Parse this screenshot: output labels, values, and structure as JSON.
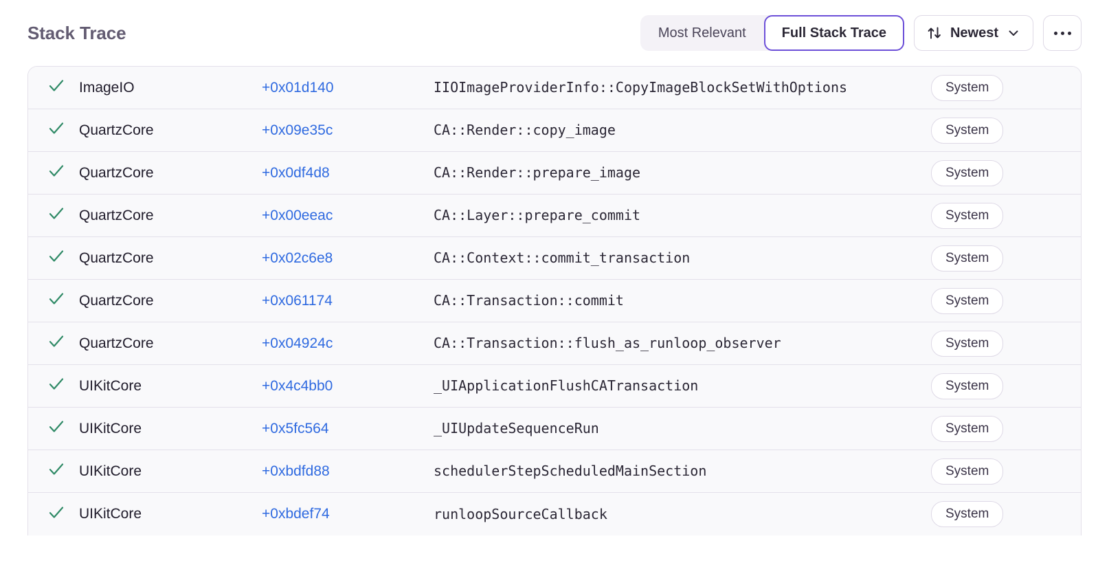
{
  "header": {
    "title": "Stack Trace",
    "segmented": {
      "options": [
        "Most Relevant",
        "Full Stack Trace"
      ],
      "selected": "Full Stack Trace"
    },
    "sort": {
      "icon": "sort-arrows-icon",
      "label": "Newest",
      "chevron": "chevron-down-icon"
    },
    "more": {
      "icon": "ellipsis-icon",
      "label": "..."
    }
  },
  "table": {
    "rows": [
      {
        "check": "check-icon",
        "library": "ImageIO",
        "address": "+0x01d140",
        "function": "IIOImageProviderInfo::CopyImageBlockSetWithOptions",
        "badge": "System"
      },
      {
        "check": "check-icon",
        "library": "QuartzCore",
        "address": "+0x09e35c",
        "function": "CA::Render::copy_image",
        "badge": "System"
      },
      {
        "check": "check-icon",
        "library": "QuartzCore",
        "address": "+0x0df4d8",
        "function": "CA::Render::prepare_image",
        "badge": "System"
      },
      {
        "check": "check-icon",
        "library": "QuartzCore",
        "address": "+0x00eeac",
        "function": "CA::Layer::prepare_commit",
        "badge": "System"
      },
      {
        "check": "check-icon",
        "library": "QuartzCore",
        "address": "+0x02c6e8",
        "function": "CA::Context::commit_transaction",
        "badge": "System"
      },
      {
        "check": "check-icon",
        "library": "QuartzCore",
        "address": "+0x061174",
        "function": "CA::Transaction::commit",
        "badge": "System"
      },
      {
        "check": "check-icon",
        "library": "QuartzCore",
        "address": "+0x04924c",
        "function": "CA::Transaction::flush_as_runloop_observer",
        "badge": "System"
      },
      {
        "check": "check-icon",
        "library": "UIKitCore",
        "address": "+0x4c4bb0",
        "function": "_UIApplicationFlushCATransaction",
        "badge": "System"
      },
      {
        "check": "check-icon",
        "library": "UIKitCore",
        "address": "+0x5fc564",
        "function": "_UIUpdateSequenceRun",
        "badge": "System"
      },
      {
        "check": "check-icon",
        "library": "UIKitCore",
        "address": "+0xbdfd88",
        "function": "schedulerStepScheduledMainSection",
        "badge": "System"
      },
      {
        "check": "check-icon",
        "library": "UIKitCore",
        "address": "+0xbdef74",
        "function": "runloopSourceCallback",
        "badge": "System"
      }
    ]
  },
  "colors": {
    "accent_purple": "#6c4fd8",
    "link_blue": "#2f6ae0",
    "check_green": "#2f8a66",
    "title_gray": "#635c72",
    "row_bg": "#f9f9fb",
    "border": "#e3e0ea"
  }
}
